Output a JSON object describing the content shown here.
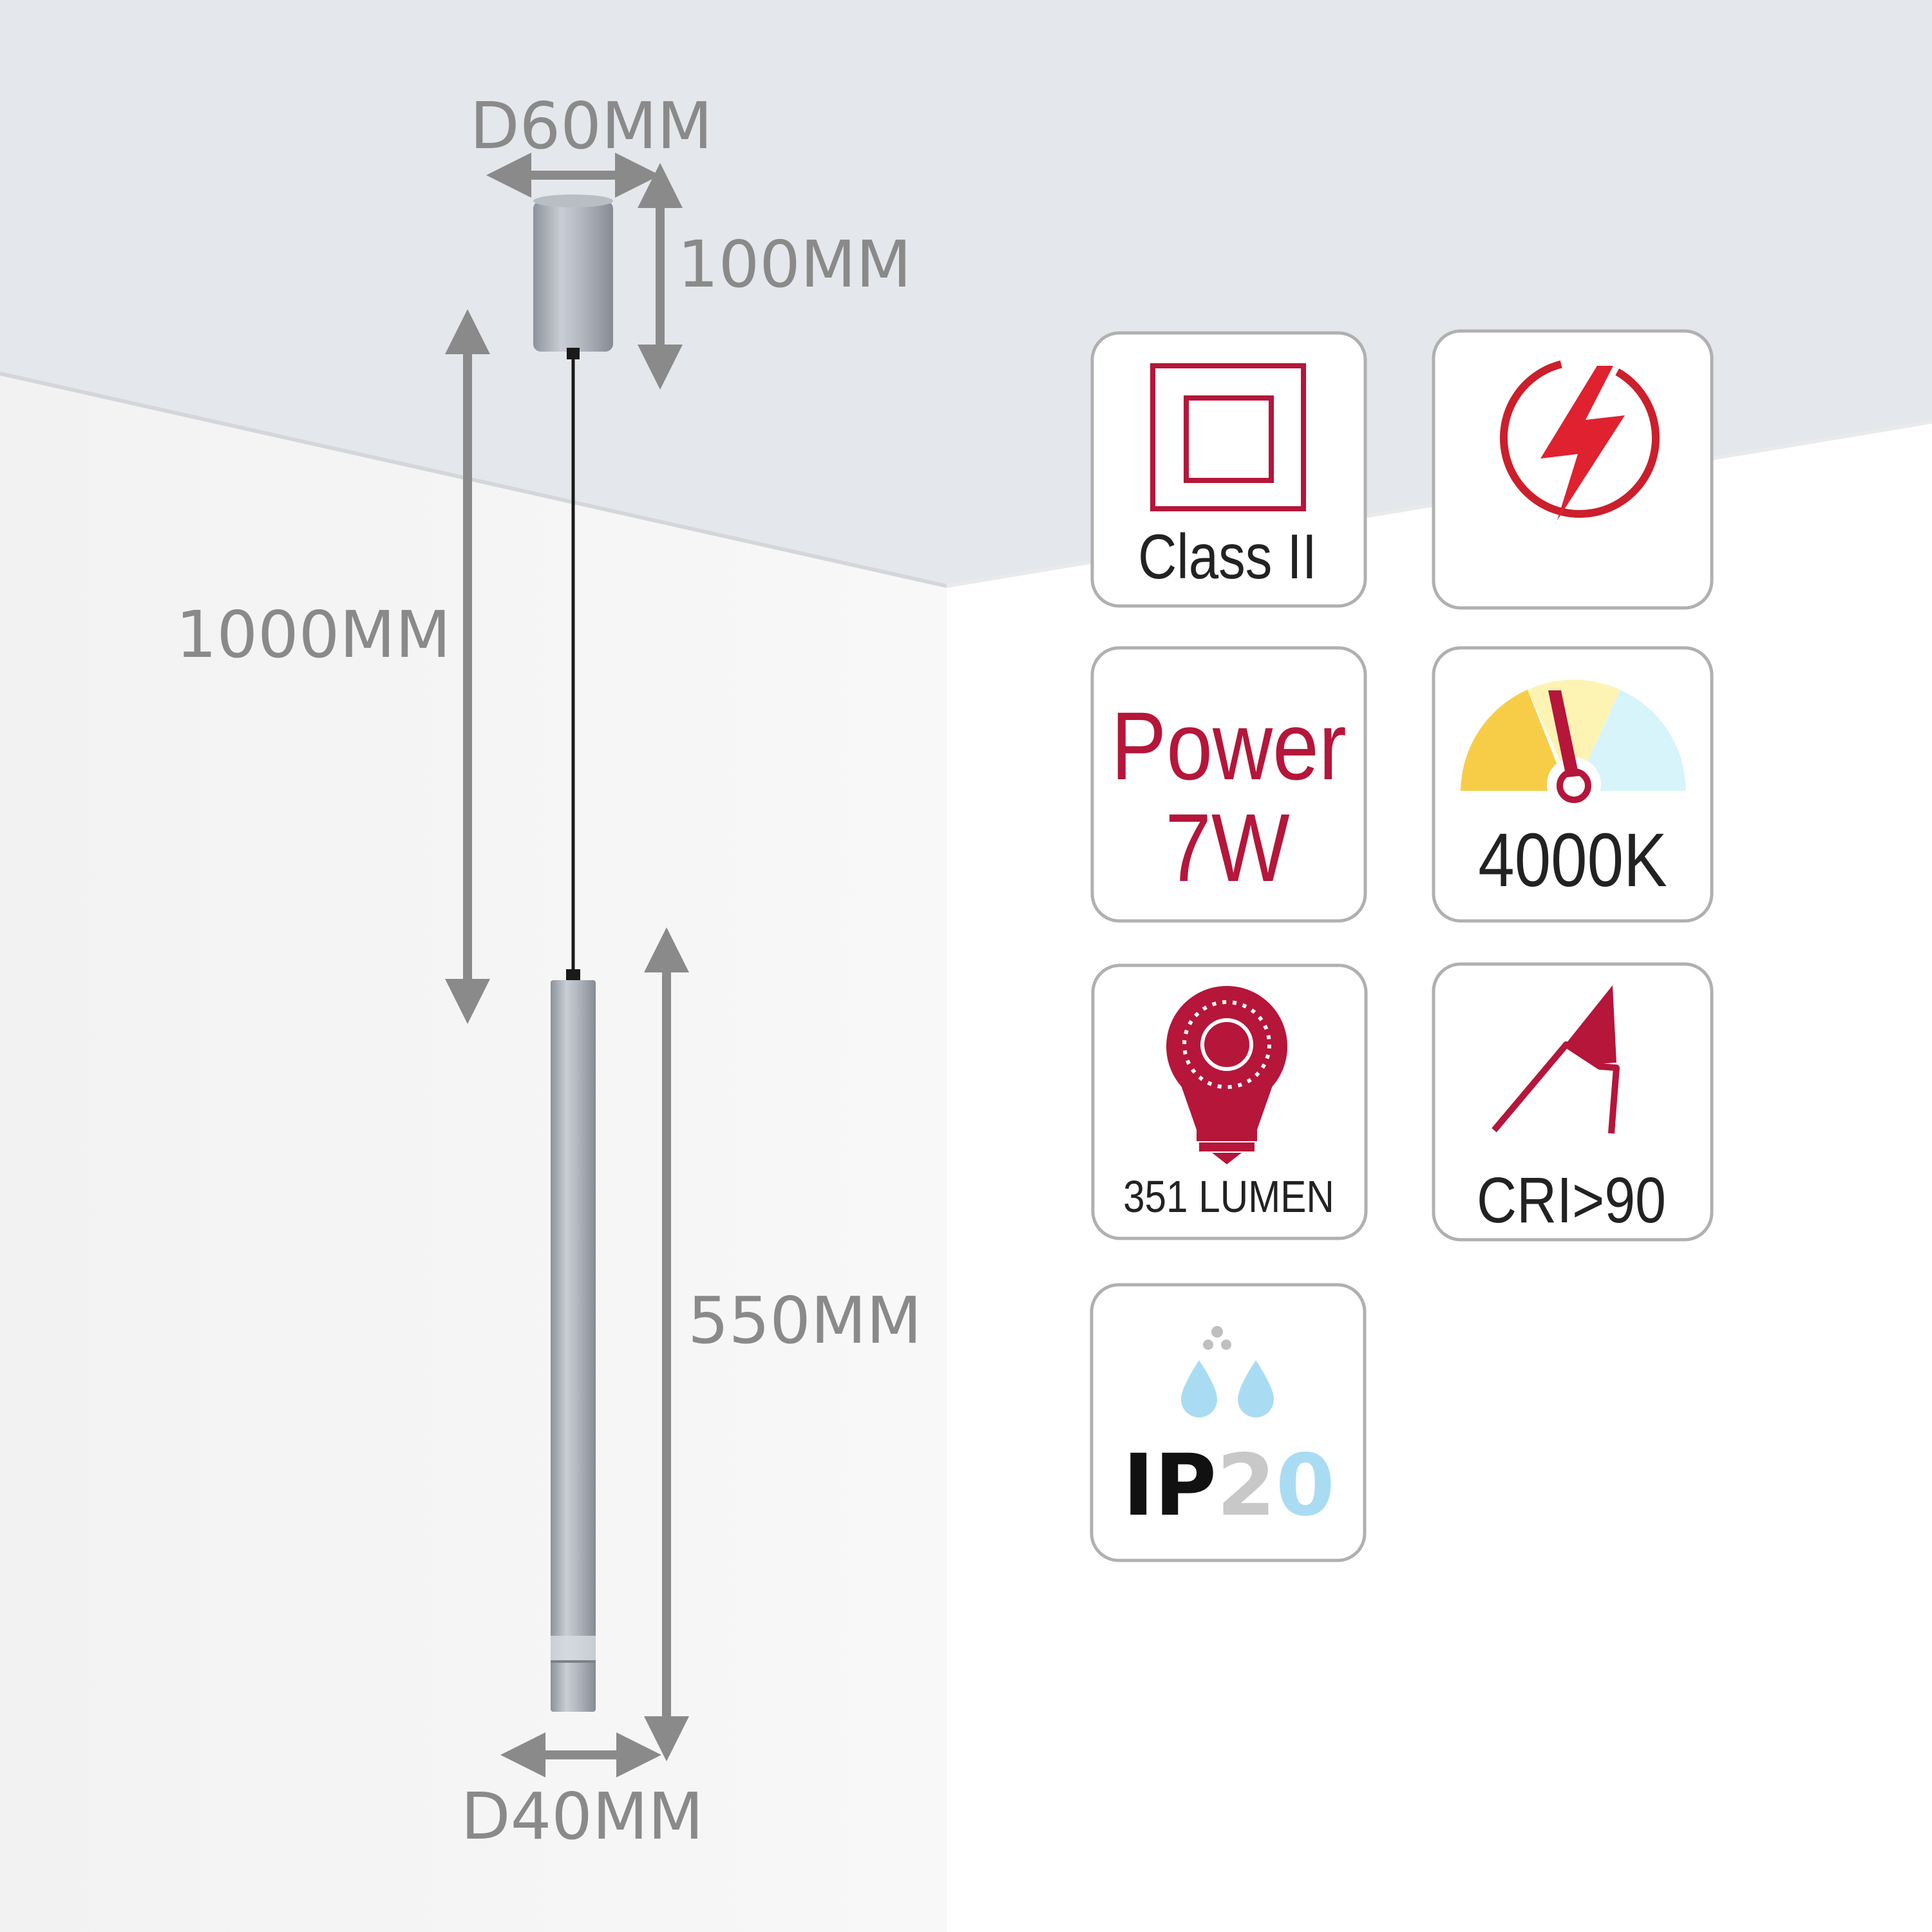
{
  "dimensions": {
    "canopy_diameter": "D60MM",
    "canopy_height": "100MM",
    "cable_length": "1000MM",
    "body_length": "550MM",
    "body_diameter": "D40MM"
  },
  "specs": {
    "class": {
      "label": "Class II"
    },
    "power": {
      "line1": "Power",
      "line2": "7W"
    },
    "color_temperature": {
      "label": "4000K"
    },
    "lumen": {
      "label": "351 LUMEN"
    },
    "cri": {
      "label": "CRI>90"
    },
    "ip": {
      "prefix": "IP",
      "digit1": "2",
      "digit2": "0"
    }
  },
  "colors": {
    "accent_red": "#b5163a",
    "dim_gray": "#8a8a8a",
    "ceiling": "#e4e7eb",
    "card_border": "#b0b0b0",
    "water_blue": "#a9dcf2"
  }
}
